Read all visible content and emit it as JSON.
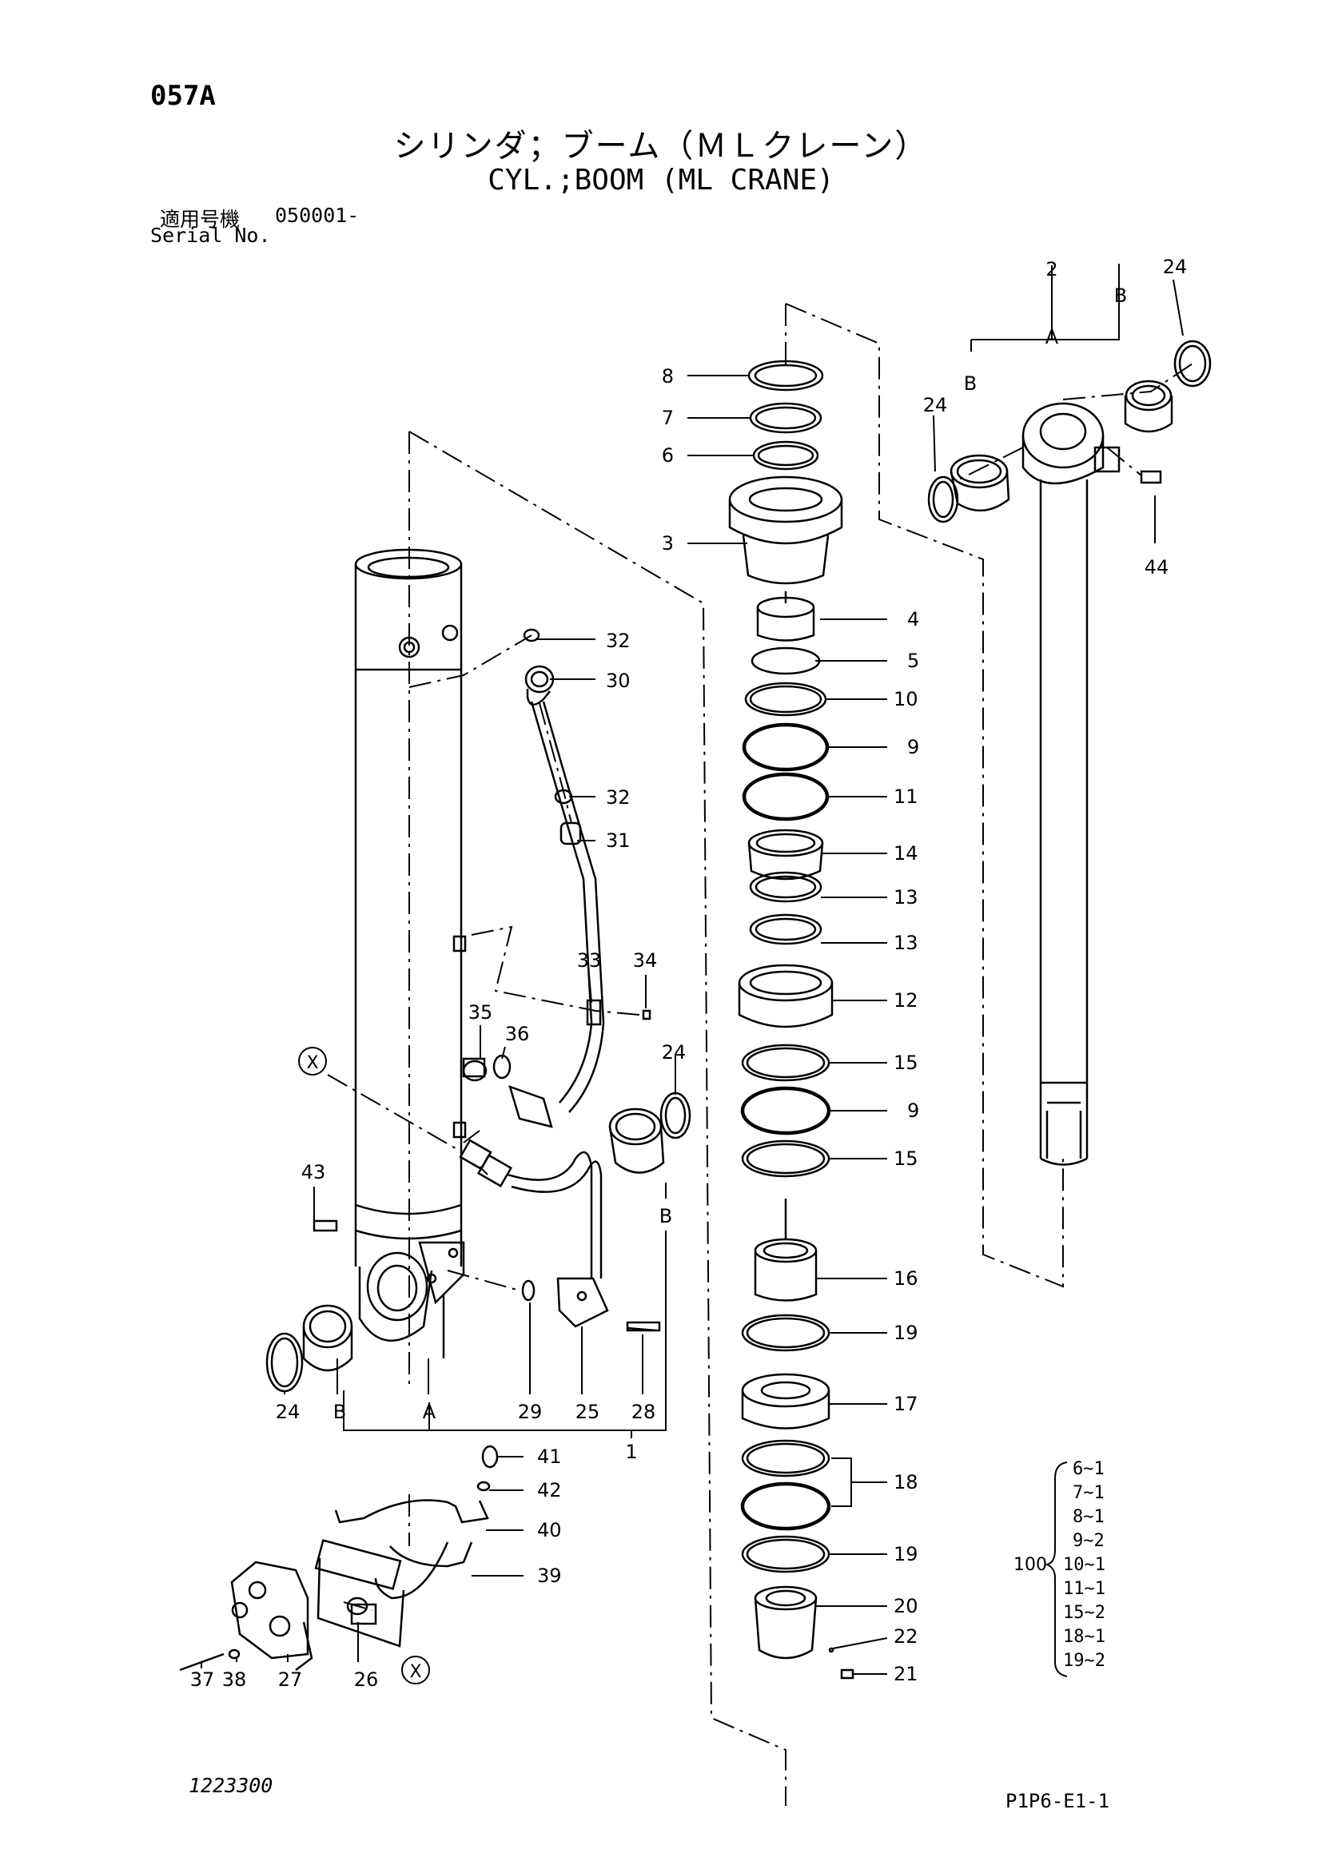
{
  "header": {
    "sheet_code": "057A",
    "title_ja": "シリンダ；ブーム（ＭＬクレーン）",
    "title_en": "CYL.;BOOM (ML CRANE)",
    "serial_label_ja": "適用号機",
    "serial_value": "050001-",
    "serial_label_en": "Serial No."
  },
  "callouts": {
    "p1": "1",
    "p2": "2",
    "p3": "3",
    "p4": "4",
    "p5": "5",
    "p6": "6",
    "p7": "7",
    "p8": "8",
    "p9a": "9",
    "p9b": "9",
    "p10": "10",
    "p11": "11",
    "p12": "12",
    "p13a": "13",
    "p13b": "13",
    "p14": "14",
    "p15a": "15",
    "p15b": "15",
    "p16": "16",
    "p17": "17",
    "p18": "18",
    "p19a": "19",
    "p19b": "19",
    "p20": "20",
    "p21": "21",
    "p22": "22",
    "p24a": "24",
    "p24b": "24",
    "p24c": "24",
    "p24d": "24",
    "p25": "25",
    "p26": "26",
    "p27": "27",
    "p28": "28",
    "p29": "29",
    "p30": "30",
    "p31": "31",
    "p32a": "32",
    "p32b": "32",
    "p33": "33",
    "p34": "34",
    "p35": "35",
    "p36": "36",
    "p37": "37",
    "p38": "38",
    "p39": "39",
    "p40": "40",
    "p41": "41",
    "p42": "42",
    "p43": "43",
    "p44": "44"
  },
  "letters": {
    "a_left": "A",
    "b_left": "B",
    "b_mid": "B",
    "a_rod": "A",
    "b_rod_left": "B",
    "b_rod_right": "B",
    "x_upper": "X",
    "x_lower": "X"
  },
  "kit": {
    "number": "100",
    "items": [
      "6~1",
      "7~1",
      "8~1",
      "9~2",
      "10~1",
      "11~1",
      "15~2",
      "18~1",
      "19~2"
    ]
  },
  "footer": {
    "drawing_number": "1223300",
    "page_code": "P1P6-E1-1"
  }
}
